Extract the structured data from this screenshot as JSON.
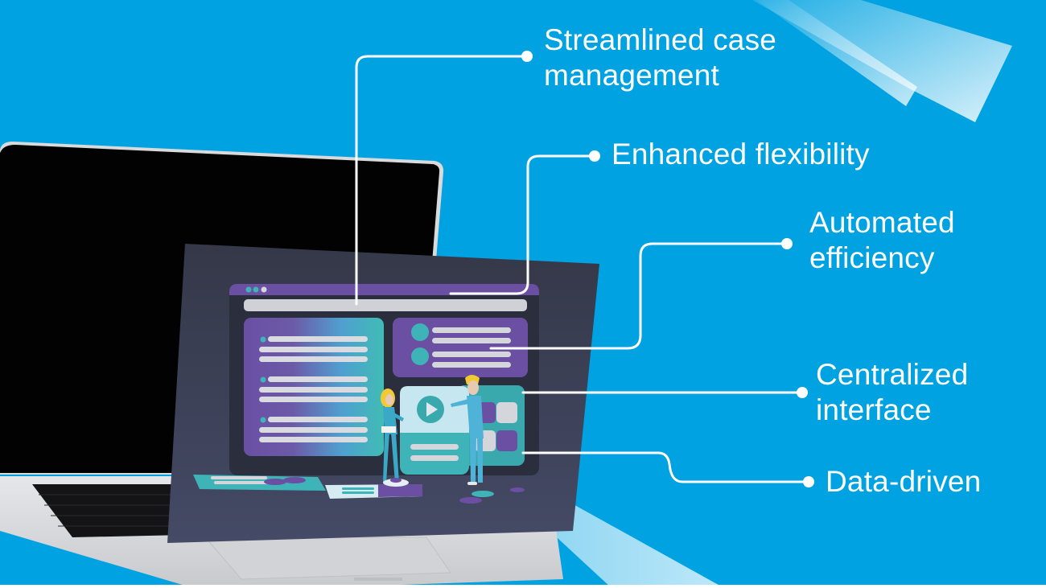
{
  "colors": {
    "background": "#00a2e1",
    "connector": "#ffffff",
    "illustration_bg": "#363b4f",
    "accent_purple": "#6b4fa3",
    "accent_teal": "#3fb4b8",
    "bar_gray": "#d4d6dc"
  },
  "callouts": [
    {
      "id": "streamlined-case-management",
      "text": "Streamlined case\nmanagement"
    },
    {
      "id": "enhanced-flexibility",
      "text": "Enhanced flexibility"
    },
    {
      "id": "automated-efficiency",
      "text": "Automated\nefficiency"
    },
    {
      "id": "centralized-interface",
      "text": "Centralized\ninterface"
    },
    {
      "id": "data-driven",
      "text": "Data-driven"
    }
  ],
  "illustration": {
    "window_dots": 3,
    "play-icon": "play-icon",
    "figures": [
      "woman-figure",
      "man-figure"
    ]
  }
}
